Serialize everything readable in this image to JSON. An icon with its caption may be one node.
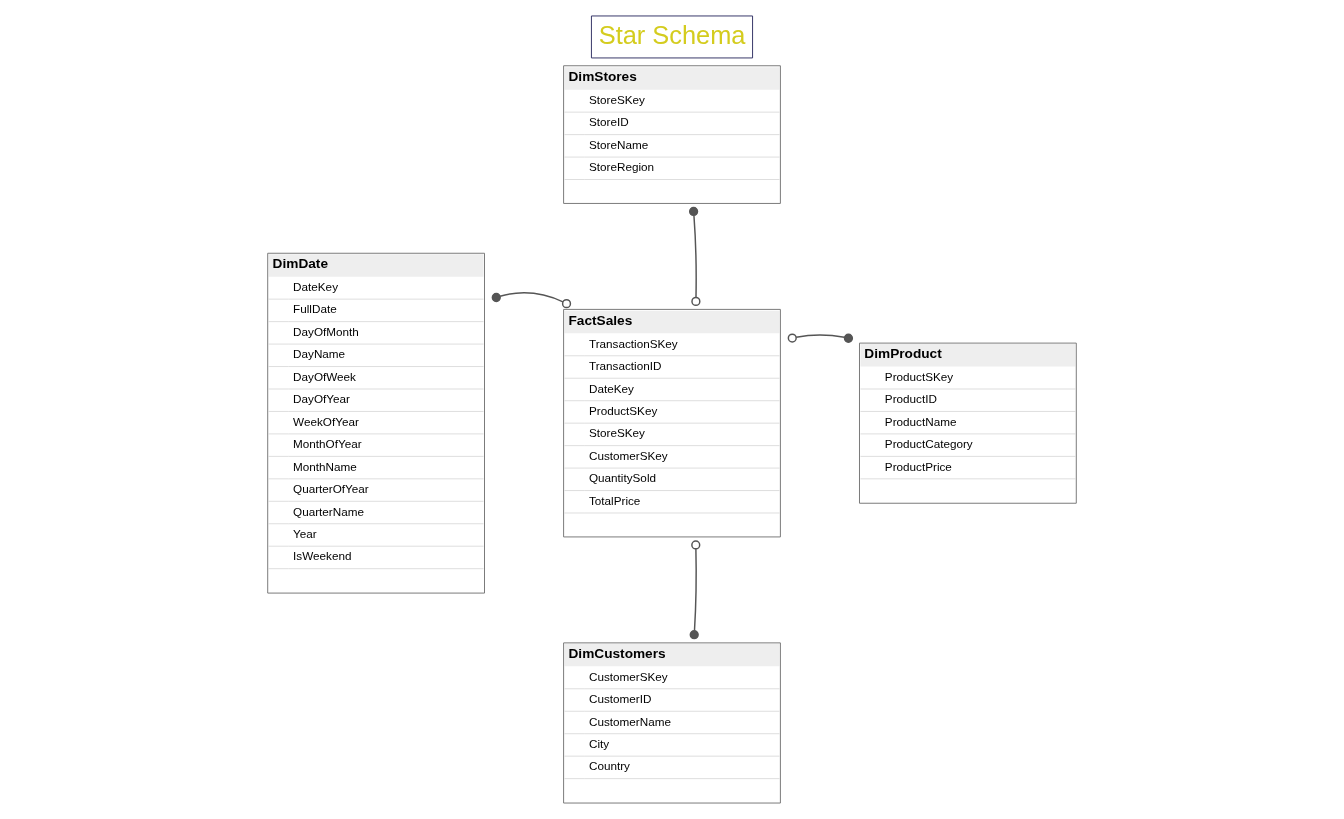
{
  "diagram": {
    "title": "Star Schema",
    "nodes": [
      {
        "text": [
          "DimStores",
          "StoreSKey",
          "StoreID",
          "StoreName",
          "StoreRegion"
        ]
      },
      {
        "text": [
          "DimDate",
          "DateKey",
          "FullDate",
          "DayOfMonth",
          "DayName",
          "DayOfWeek",
          "DayOfYear",
          "WeekOfYear",
          "MonthOfYear",
          "MonthName",
          "QuarterOfYear",
          "QuarterName",
          "Year",
          "IsWeekend"
        ]
      },
      {
        "text": [
          "FactSales",
          "TransactionSKey",
          "TransactionID",
          "DateKey",
          "ProductSKey",
          "StoreSKey",
          "CustomerSKey",
          "QuantitySold",
          "TotalPrice"
        ]
      },
      {
        "text": [
          "DimProduct",
          "ProductSKey",
          "ProductID",
          "ProductName",
          "ProductCategory",
          "ProductPrice"
        ]
      },
      {
        "text": [
          "DimCustomers",
          "CustomerSKey",
          "CustomerID",
          "CustomerName",
          "City",
          "Country"
        ]
      }
    ],
    "edges": [
      {
        "from": 2,
        "to": 0,
        "arrow": "other"
      },
      {
        "from": 2,
        "to": 1,
        "arrow": "other"
      },
      {
        "from": 2,
        "to": 3,
        "arrow": "other"
      },
      {
        "from": 2,
        "to": 4,
        "arrow": "other"
      }
    ]
  }
}
